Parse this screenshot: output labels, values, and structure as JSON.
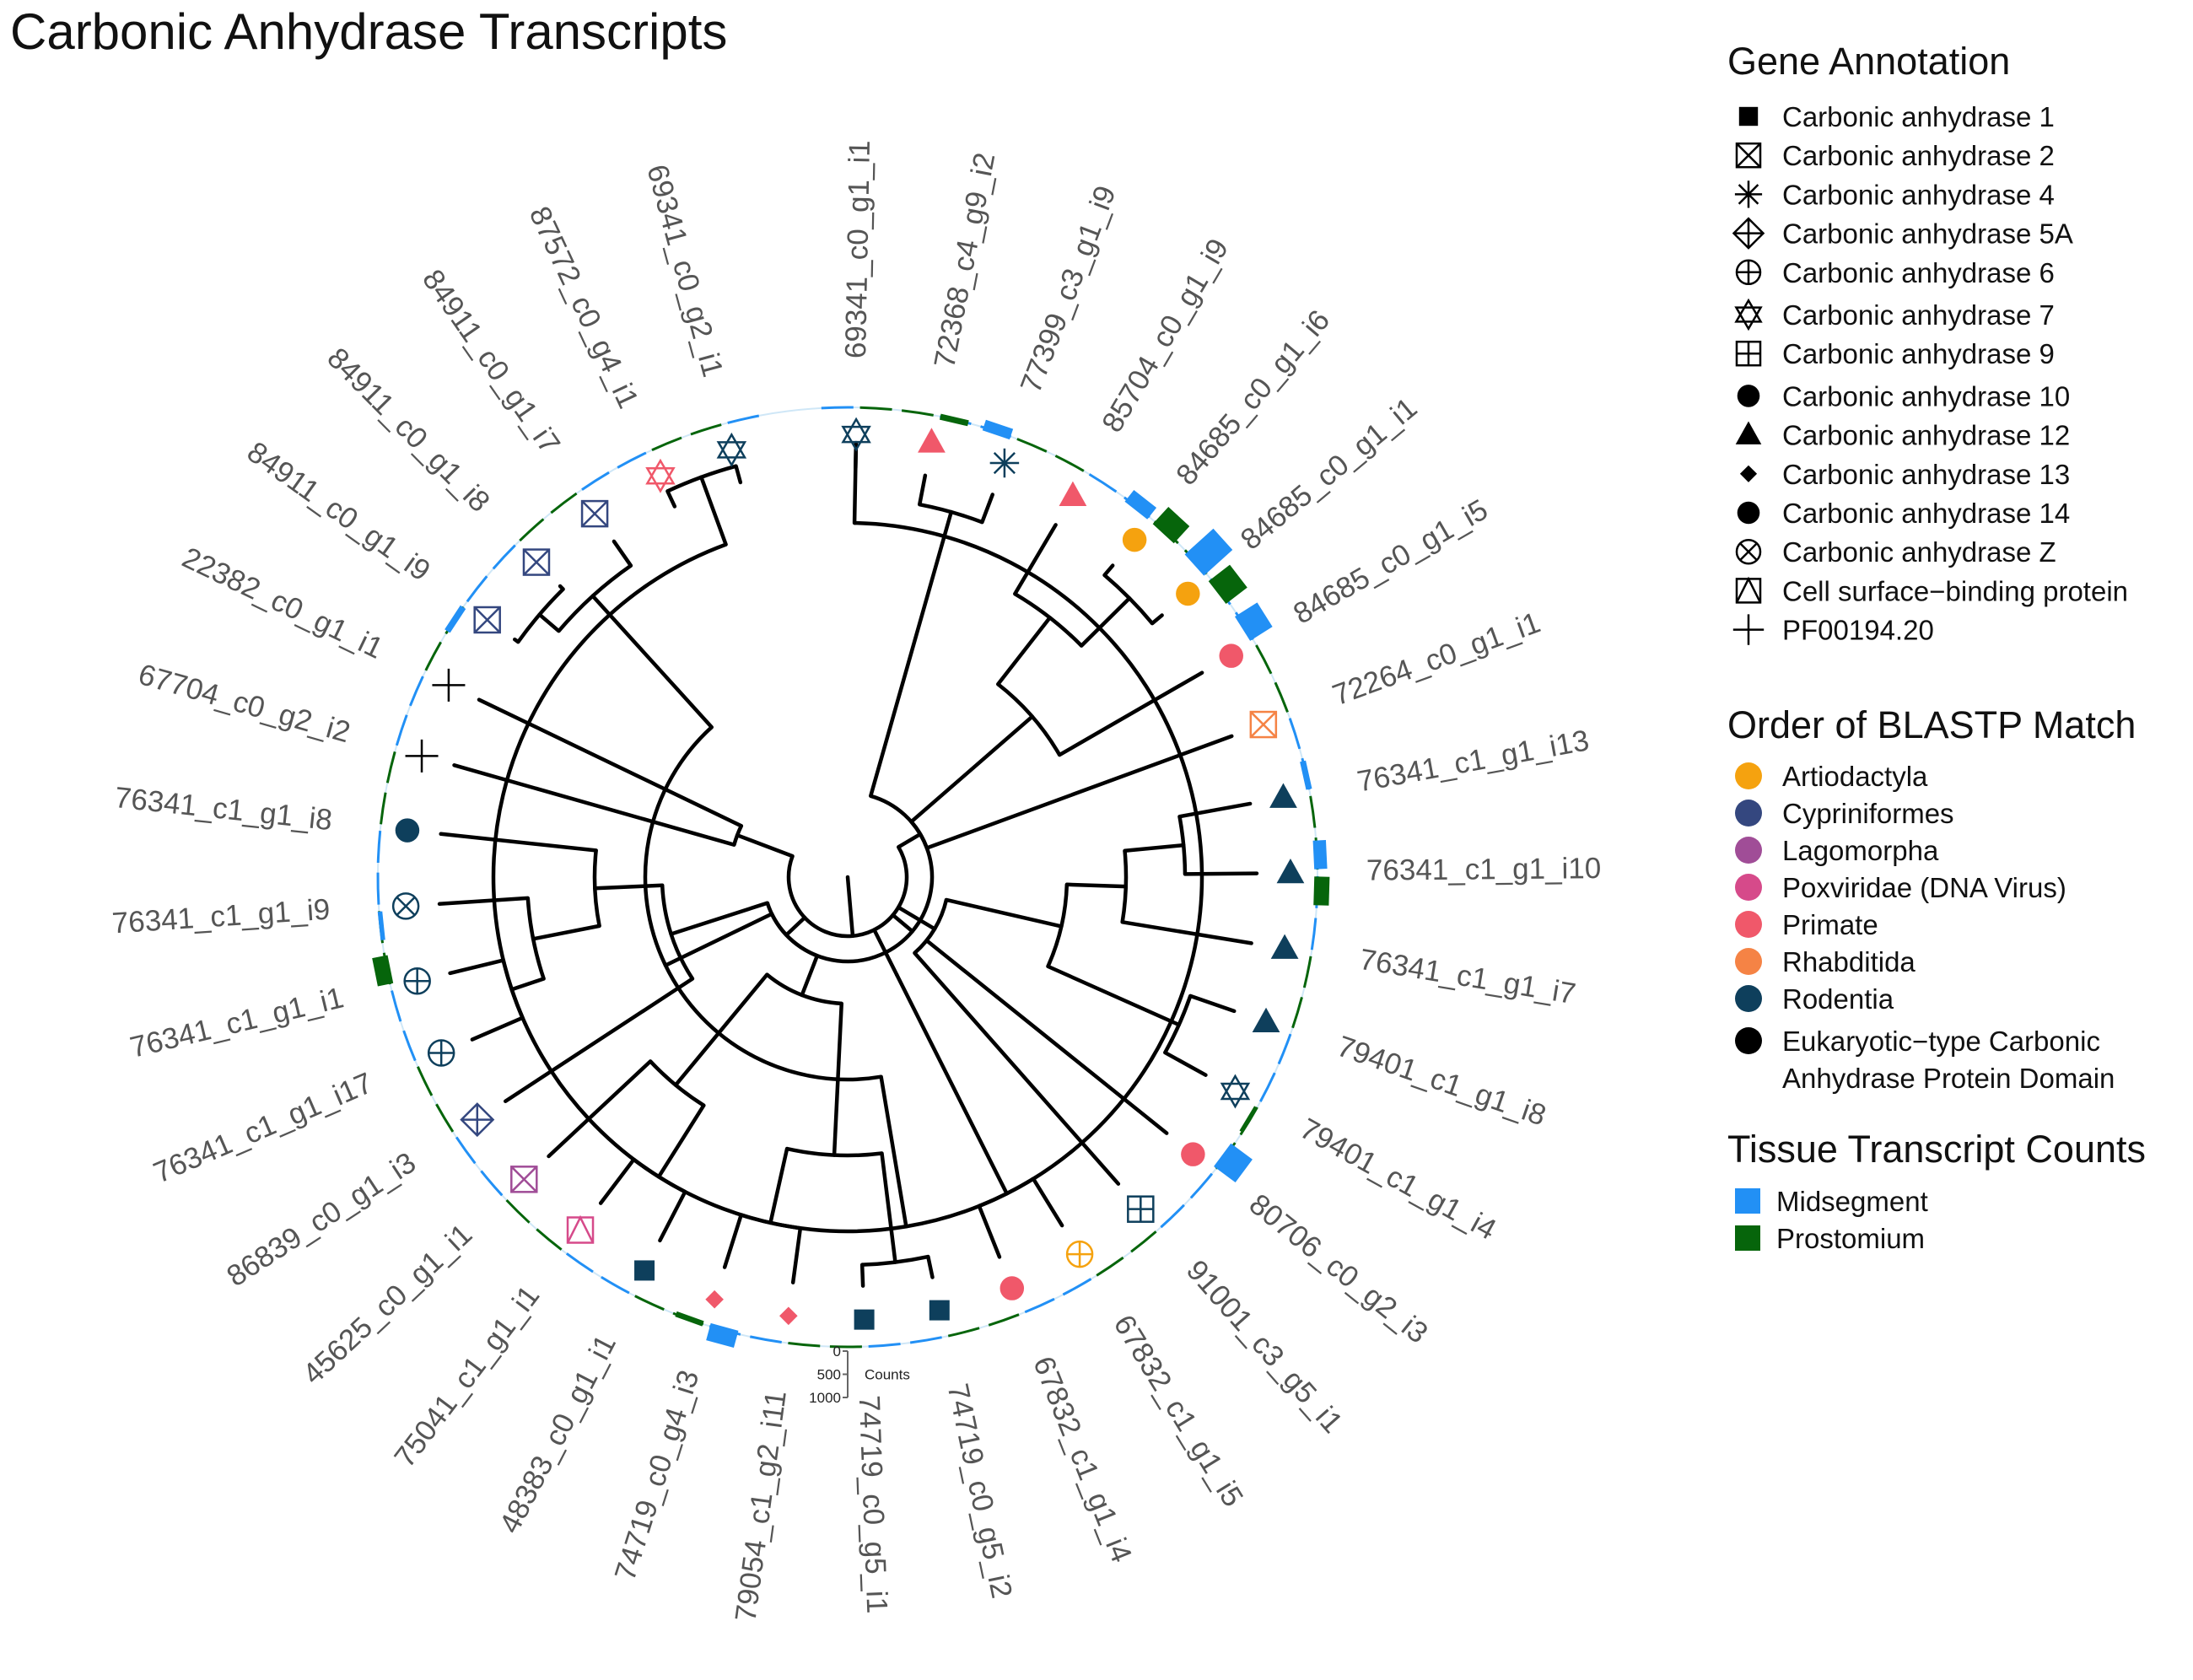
{
  "chart_data": {
    "type": "circular-phylogenetic-tree",
    "title": "Carbonic Anhydrase Transcripts",
    "tips": [
      {
        "label": "69341_c0_g1_i1",
        "annotation": "Carbonic anhydrase 7",
        "order": "Rodentia",
        "midsegment": 0,
        "prostomium": 0
      },
      {
        "label": "72368_c4_g9_i2",
        "annotation": "Carbonic anhydrase 12",
        "order": "Primate",
        "midsegment": 0,
        "prostomium": 130
      },
      {
        "label": "77399_c3_g1_i9",
        "annotation": "Carbonic anhydrase 4",
        "order": "Rodentia",
        "midsegment": 240,
        "prostomium": 0
      },
      {
        "label": "85704_c0_g1_i9",
        "annotation": "Carbonic anhydrase 12",
        "order": "Primate",
        "midsegment": 0,
        "prostomium": 0
      },
      {
        "label": "84685_c0_g1_i6",
        "annotation": "Carbonic anhydrase 10",
        "order": "Artiodactyla",
        "midsegment": 320,
        "prostomium": 500
      },
      {
        "label": "84685_c0_g1_i1",
        "annotation": "Carbonic anhydrase 10",
        "order": "Artiodactyla",
        "midsegment": 830,
        "prostomium": 580
      },
      {
        "label": "84685_c0_g1_i5",
        "annotation": "Carbonic anhydrase 14",
        "order": "Primate",
        "midsegment": 570,
        "prostomium": 0
      },
      {
        "label": "72264_c0_g1_i1",
        "annotation": "Carbonic anhydrase 2",
        "order": "Rhabditida",
        "midsegment": 0,
        "prostomium": 0
      },
      {
        "label": "76341_c1_g1_i13",
        "annotation": "Carbonic anhydrase 12",
        "order": "Rodentia",
        "midsegment": 130,
        "prostomium": 0
      },
      {
        "label": "76341_c1_g1_i10",
        "annotation": "Carbonic anhydrase 12",
        "order": "Rodentia",
        "midsegment": 280,
        "prostomium": 330
      },
      {
        "label": "76341_c1_g1_i7",
        "annotation": "Carbonic anhydrase 12",
        "order": "Rodentia",
        "midsegment": 0,
        "prostomium": 0
      },
      {
        "label": "79401_c1_g1_i8",
        "annotation": "Carbonic anhydrase 12",
        "order": "Rodentia",
        "midsegment": 0,
        "prostomium": 0
      },
      {
        "label": "79401_c1_g1_i4",
        "annotation": "Carbonic anhydrase 7",
        "order": "Rodentia",
        "midsegment": 0,
        "prostomium": 60
      },
      {
        "label": "80706_c0_g2_i3",
        "annotation": "Carbonic anhydrase 14",
        "order": "Primate",
        "midsegment": 580,
        "prostomium": 0
      },
      {
        "label": "91001_c3_g5_i1",
        "annotation": "Carbonic anhydrase 9",
        "order": "Rodentia",
        "midsegment": 0,
        "prostomium": 0
      },
      {
        "label": "67832_c1_g1_i5",
        "annotation": "Carbonic anhydrase 6",
        "order": "Artiodactyla",
        "midsegment": 0,
        "prostomium": 0
      },
      {
        "label": "67832_c1_g1_i4",
        "annotation": "Carbonic anhydrase 14",
        "order": "Primate",
        "midsegment": 0,
        "prostomium": 0
      },
      {
        "label": "74719_c0_g5_i2",
        "annotation": "Carbonic anhydrase 1",
        "order": "Rodentia",
        "midsegment": 0,
        "prostomium": 0
      },
      {
        "label": "74719_c0_g5_i1",
        "annotation": "Carbonic anhydrase 1",
        "order": "Rodentia",
        "midsegment": 0,
        "prostomium": 0
      },
      {
        "label": "79054_c1_g2_i11",
        "annotation": "Carbonic anhydrase 13",
        "order": "Primate",
        "midsegment": 0,
        "prostomium": 0
      },
      {
        "label": "74719_c0_g4_i3",
        "annotation": "Carbonic anhydrase 13",
        "order": "Primate",
        "midsegment": 380,
        "prostomium": 120
      },
      {
        "label": "48383_c0_g1_i1",
        "annotation": "Carbonic anhydrase 1",
        "order": "Rodentia",
        "midsegment": 0,
        "prostomium": 0
      },
      {
        "label": "75041_c1_g1_i1",
        "annotation": "Cell surface−binding protein",
        "order": "Poxviridae (DNA Virus)",
        "midsegment": 0,
        "prostomium": 0
      },
      {
        "label": "45625_c0_g1_i1",
        "annotation": "Carbonic anhydrase 2",
        "order": "Lagomorpha",
        "midsegment": 0,
        "prostomium": 0
      },
      {
        "label": "86839_c0_g1_i3",
        "annotation": "Carbonic anhydrase 5A",
        "order": "Cypriniformes",
        "midsegment": 0,
        "prostomium": 0
      },
      {
        "label": "76341_c1_g1_i17",
        "annotation": "Carbonic anhydrase 6",
        "order": "Rodentia",
        "midsegment": 0,
        "prostomium": 0
      },
      {
        "label": "76341_c1_g1_i1",
        "annotation": "Carbonic anhydrase 6",
        "order": "Rodentia",
        "midsegment": 0,
        "prostomium": 340
      },
      {
        "label": "76341_c1_g1_i9",
        "annotation": "Carbonic anhydrase Z",
        "order": "Rodentia",
        "midsegment": 100,
        "prostomium": 0
      },
      {
        "label": "76341_c1_g1_i8",
        "annotation": "Carbonic anhydrase 14",
        "order": "Rodentia",
        "midsegment": 0,
        "prostomium": 0
      },
      {
        "label": "67704_c0_g2_i2",
        "annotation": "PF00194.20",
        "order": "",
        "midsegment": 0,
        "prostomium": 0
      },
      {
        "label": "22382_c0_g1_i1",
        "annotation": "PF00194.20",
        "order": "",
        "midsegment": 0,
        "prostomium": 0
      },
      {
        "label": "84911_c0_g1_i9",
        "annotation": "Carbonic anhydrase 2",
        "order": "Cypriniformes",
        "midsegment": 140,
        "prostomium": 0
      },
      {
        "label": "84911_c0_g1_i8",
        "annotation": "Carbonic anhydrase 2",
        "order": "Cypriniformes",
        "midsegment": 0,
        "prostomium": 0
      },
      {
        "label": "84911_c0_g1_i7",
        "annotation": "Carbonic anhydrase 2",
        "order": "Cypriniformes",
        "midsegment": 0,
        "prostomium": 0
      },
      {
        "label": "87572_c0_g4_i1",
        "annotation": "Carbonic anhydrase 7",
        "order": "Primate",
        "midsegment": 0,
        "prostomium": 0
      },
      {
        "label": "69341_c0_g2_i1",
        "annotation": "Carbonic anhydrase 7",
        "order": "Rodentia",
        "midsegment": 0,
        "prostomium": 0
      }
    ],
    "scale": {
      "ticks": [
        "0",
        "500",
        "1000"
      ],
      "label": "Counts"
    },
    "legend": {
      "gene_annotation": {
        "title": "Gene Annotation",
        "items": [
          {
            "label": "Carbonic anhydrase 1",
            "shape": "filled-square"
          },
          {
            "label": "Carbonic anhydrase 2",
            "shape": "square-cross"
          },
          {
            "label": "Carbonic anhydrase 4",
            "shape": "asterisk"
          },
          {
            "label": "Carbonic anhydrase 5A",
            "shape": "diamond-plus"
          },
          {
            "label": "Carbonic anhydrase 6",
            "shape": "circle-plus"
          },
          {
            "label": "Carbonic anhydrase 7",
            "shape": "star-of-david"
          },
          {
            "label": "Carbonic anhydrase 9",
            "shape": "square-plus"
          },
          {
            "label": "Carbonic anhydrase 10",
            "shape": "filled-circle"
          },
          {
            "label": "Carbonic anhydrase 12",
            "shape": "filled-triangle"
          },
          {
            "label": "Carbonic anhydrase 13",
            "shape": "filled-diamond"
          },
          {
            "label": "Carbonic anhydrase 14",
            "shape": "filled-circle"
          },
          {
            "label": "Carbonic anhydrase Z",
            "shape": "circle-cross"
          },
          {
            "label": "Cell surface−binding protein",
            "shape": "square-triangle"
          },
          {
            "label": "PF00194.20",
            "shape": "plus"
          }
        ]
      },
      "order": {
        "title": "Order of BLASTP Match",
        "items": [
          {
            "label": "Artiodactyla",
            "color": "#F5A20F"
          },
          {
            "label": "Cypriniformes",
            "color": "#34477F"
          },
          {
            "label": "Lagomorpha",
            "color": "#A04D97"
          },
          {
            "label": "Poxviridae (DNA Virus)",
            "color": "#D64A8A"
          },
          {
            "label": "Primate",
            "color": "#F0586A"
          },
          {
            "label": "Rhabditida",
            "color": "#F58345"
          },
          {
            "label": "Rodentia",
            "color": "#0E3F5C"
          }
        ],
        "extra_label_1": "Eukaryotic−type Carbonic",
        "extra_label_2": "Anhydrase Protein Domain"
      },
      "counts": {
        "title": "Tissue Transcript Counts",
        "items": [
          {
            "label": "Midsegment",
            "color": "#2290F5"
          },
          {
            "label": "Prostomium",
            "color": "#06650B"
          }
        ]
      }
    }
  }
}
